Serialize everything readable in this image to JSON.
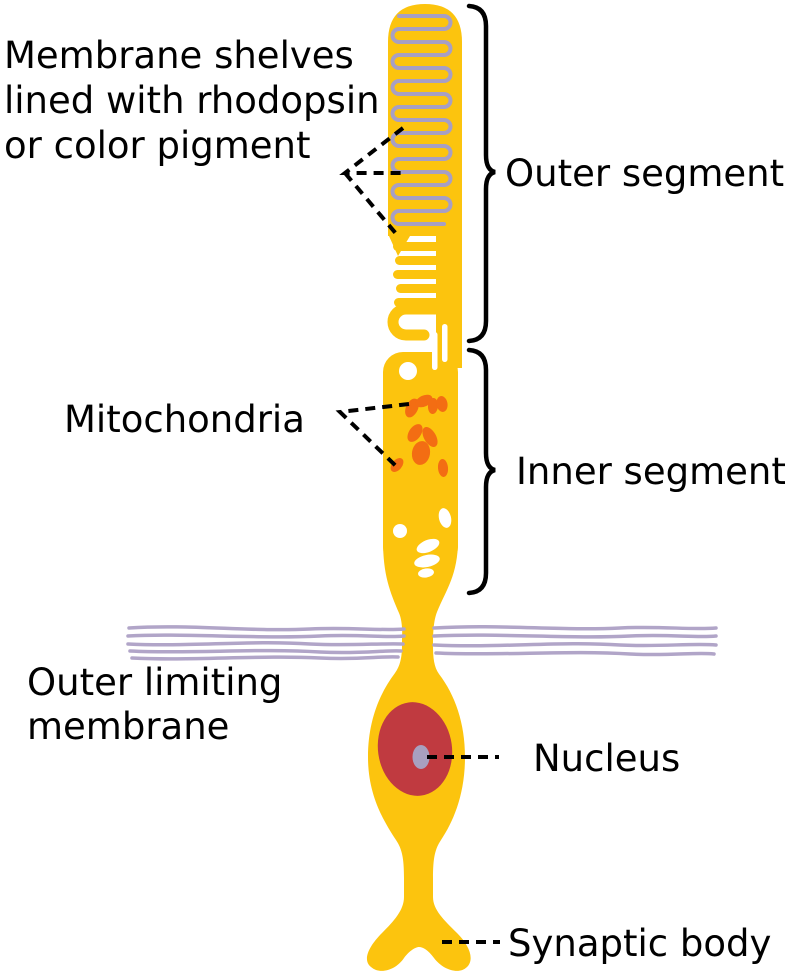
{
  "figure": "Photoreceptor cell diagram",
  "colors": {
    "background": "#FFFFFF",
    "cell_yellow": "#FCC40E",
    "shelf_line_purple": "#A79FC4",
    "mitochondria_orange": "#F36D13",
    "nucleus_red": "#C03A40",
    "nucleolus_lavender": "#A8A0BF",
    "membrane_fiber_purple": "#B1A5C8",
    "line_black": "#000000"
  },
  "labels": {
    "membrane_shelves": {
      "lines": [
        "Membrane shelves",
        "lined with rhodopsin",
        "or color pigment"
      ]
    },
    "mitochondria": "Mitochondria",
    "outer_segment": "Outer segment",
    "inner_segment": "Inner segment",
    "outer_limiting_membrane": {
      "lines": [
        "Outer limiting",
        "membrane"
      ]
    },
    "nucleus": "Nucleus",
    "synaptic_body": "Synaptic body"
  }
}
